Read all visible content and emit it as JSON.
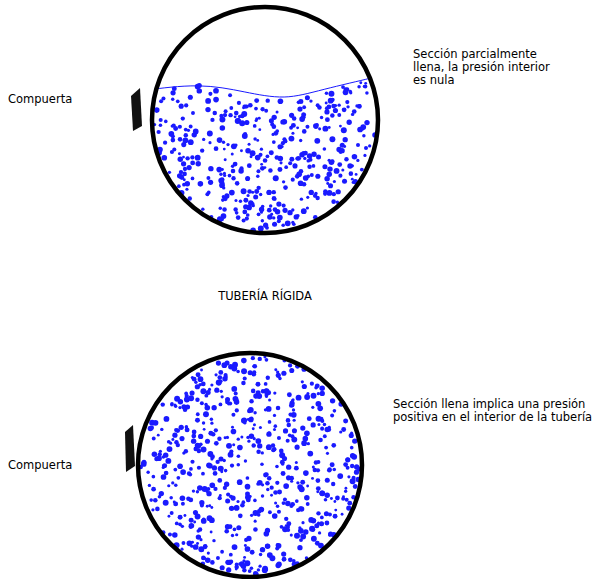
{
  "diagram": {
    "labels": [
      "Compuerta",
      "Sección parcialmente llena, la presión interior es nula",
      "TUBERÍA RÍGIDA",
      "Compuerta",
      "Sección llena implica una presión positiva en el interior de la tubería"
    ]
  }
}
